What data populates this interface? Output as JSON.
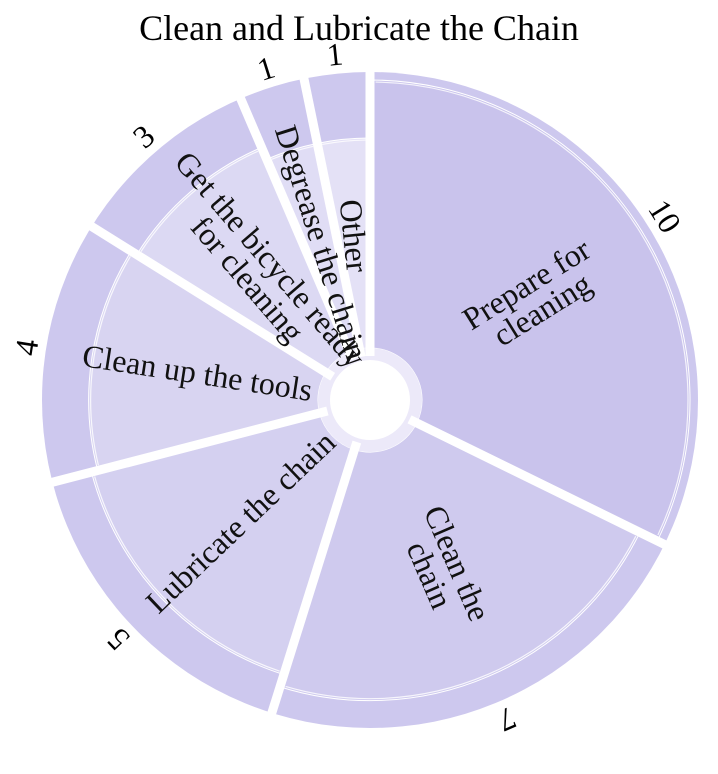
{
  "chart_data": {
    "type": "pie",
    "title": "Clean and Lubricate the Chain",
    "categories": [
      "Prepare for cleaning",
      "Clean the chain",
      "Lubricate the chain",
      "Clean up the tools",
      "Get the bicycle ready for cleaning",
      "Degrease the chain",
      "Other"
    ],
    "values": [
      10,
      7,
      5,
      4,
      3,
      1,
      1
    ],
    "colors": [
      "#c9c3ec",
      "#cfcaee",
      "#d4d0f0",
      "#d8d4f1",
      "#dcd9f3",
      "#e0ddf5",
      "#e4e1f6"
    ],
    "band_color": "#cdc8ee",
    "legend": "none"
  }
}
